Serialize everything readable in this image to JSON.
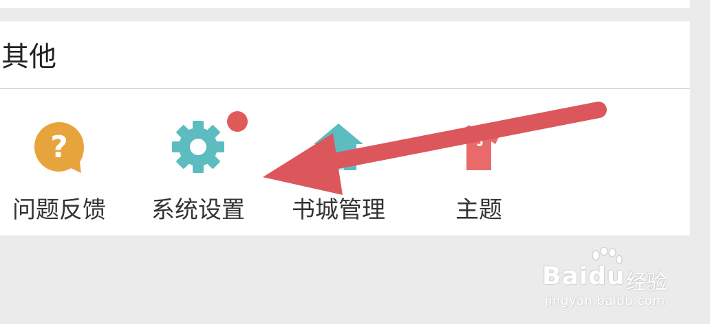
{
  "section": {
    "title": "其他"
  },
  "items": [
    {
      "label": "问题反馈",
      "icon": "question-bubble-icon",
      "color": "#e8a43c"
    },
    {
      "label": "系统设置",
      "icon": "gear-icon",
      "color": "#5cbcc0",
      "has_badge": true,
      "badge_color": "#e05a5a"
    },
    {
      "label": "书城管理",
      "icon": "house-icon",
      "color": "#5cbcc0"
    },
    {
      "label": "主题",
      "icon": "tshirt-icon",
      "color": "#e86a6a"
    }
  ],
  "annotation": {
    "icon": "arrow-pointer-icon",
    "color": "#dc575c"
  },
  "watermark": {
    "brand": "Baidu",
    "suffix": "经验",
    "url": "jingyan.baidu.com"
  }
}
